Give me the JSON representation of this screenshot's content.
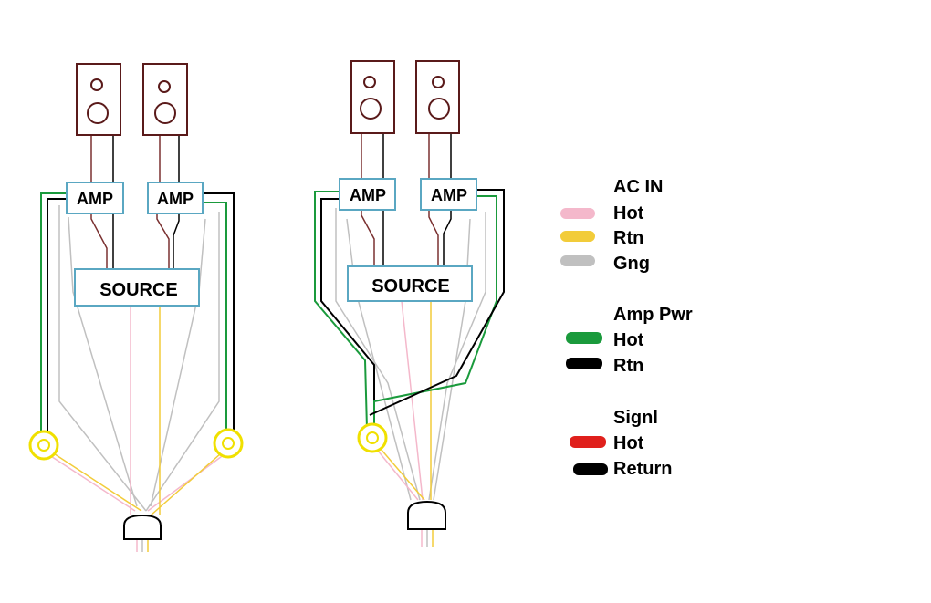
{
  "colors": {
    "ac_hot": "#f4b8cb",
    "ac_rtn": "#f2cc3a",
    "ac_gnd": "#c0c0c0",
    "amp_hot": "#1a9a3c",
    "amp_rtn": "#000000",
    "sig_hot": "#e0201c",
    "sig_rtn": "#000000",
    "box_border": "#5aa7c2",
    "speaker_border": "#5a1a1a",
    "transformer": "#f0e000",
    "sig_wire": "#7a3030"
  },
  "left_diagram": {
    "amp_left_label": "AMP",
    "amp_right_label": "AMP",
    "source_label": "SOURCE"
  },
  "right_diagram": {
    "amp_left_label": "AMP",
    "amp_right_label": "AMP",
    "source_label": "SOURCE"
  },
  "legend": {
    "ac_in": {
      "title": "AC IN",
      "items": [
        {
          "label": "Hot",
          "color": "#f4b8cb"
        },
        {
          "label": "Rtn",
          "color": "#f2cc3a"
        },
        {
          "label": "Gng",
          "color": "#c0c0c0"
        }
      ]
    },
    "amp_pwr": {
      "title": "Amp Pwr",
      "items": [
        {
          "label": "Hot",
          "color": "#1a9a3c"
        },
        {
          "label": "Rtn",
          "color": "#000000"
        }
      ]
    },
    "signl": {
      "title": "Signl",
      "items": [
        {
          "label": "Hot",
          "color": "#e0201c"
        },
        {
          "label": "Return",
          "color": "#000000"
        }
      ]
    }
  }
}
